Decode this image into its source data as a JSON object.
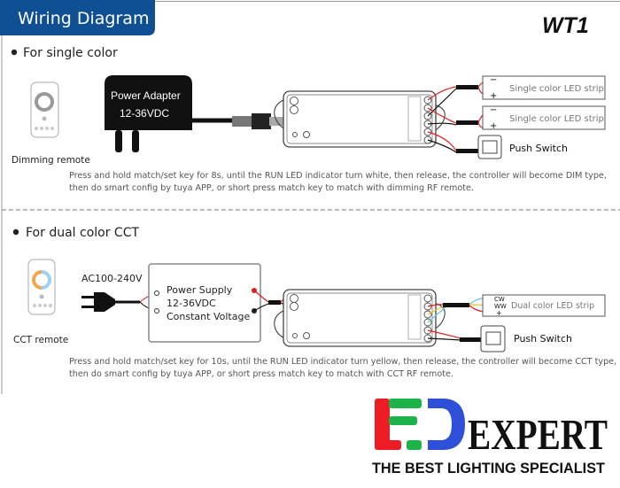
{
  "header": {
    "title": "Wiring Diagram",
    "model": "WT1"
  },
  "colors": {
    "header_blue": "#0f4f93",
    "wire_red": "#e02020",
    "wire_yellow": "#f0c020",
    "wire_blue": "#6ec0e8",
    "logo_red": "#ee1c24",
    "logo_green": "#1db34a",
    "logo_blue": "#2e4fd8"
  },
  "single": {
    "heading": "For single color",
    "remote_label": "Dimming remote",
    "adapter_line1": "Power Adapter",
    "adapter_line2": "12-36VDC",
    "strip1": "Single color LED strip",
    "strip2": "Single color LED strip",
    "switch": "Push Switch",
    "minus": "−",
    "plus": "+",
    "instruction1": "Press and hold match/set key for 8s, until the RUN LED indicator turn white, then release, the controller will become DIM type,",
    "instruction2": "then do smart config by tuya APP, or short press match key to match with dimming RF remote."
  },
  "cct": {
    "heading": "For dual color CCT",
    "remote_label": "CCT remote",
    "ac_label": "AC100-240V",
    "psu_line1": "Power Supply",
    "psu_line2": "12-36VDC",
    "psu_line3": "Constant Voltage",
    "strip": "Dual color LED strip",
    "cw": "CW",
    "ww": "WW",
    "plus": "+",
    "switch": "Push Switch",
    "instruction1": "Press and hold match/set key for 10s, until the RUN LED indicator turn yellow, then release, the controller will become CCT type,",
    "instruction2": "then do smart config by tuya APP, or short press match key to match with CCT RF remote."
  },
  "logo": {
    "brand": "EXPERT",
    "tagline": "THE BEST LIGHTING SPECIALIST"
  }
}
